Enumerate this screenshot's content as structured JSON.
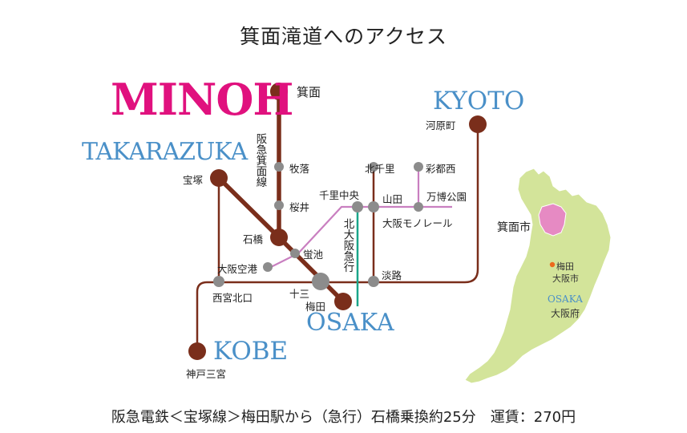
{
  "title": "箕面滝道へのアクセス",
  "footer": "阪急電鉄＜宝塚線＞梅田駅から（急行）石橋乗換約25分　運賃：270円",
  "cities": {
    "minoh": "MINOH",
    "kyoto": "KYOTO",
    "takarazuka": "TAKARAZUKA",
    "osaka": "OSAKA",
    "kobe": "KOBE"
  },
  "stations": {
    "minoo": "箕面",
    "makiochi": "牧落",
    "sakurai": "桜井",
    "ishibashi": "石橋",
    "takarazuka": "宝塚",
    "hotarugaike": "蛍池",
    "osaka_airport": "大阪空港",
    "juso": "十三",
    "umeda": "梅田",
    "nishinomiya_kitaguchi": "西宮北口",
    "kobe_sannomiya": "神戸三宮",
    "kawaramachi": "河原町",
    "awaji": "淡路",
    "senri_chuo": "千里中央",
    "kita_senri": "北千里",
    "yamada": "山田",
    "saito_nishi": "彩都西",
    "banpaku_koen": "万博公園"
  },
  "lines": {
    "minoo_line": "阪急箕面線",
    "kita_osaka_kyuko": "北大阪急行",
    "osaka_monorail": "大阪モノレール"
  },
  "prefecture_map": {
    "minoh_city": "箕面市",
    "umeda": "梅田",
    "osaka_city": "大阪市",
    "osaka_en": "OSAKA",
    "osaka_pref": "大阪府"
  },
  "colors": {
    "hankyu_line": "#7a2e1b",
    "terminal_station": "#7a2e1b",
    "minor_station": "#8c8c8c",
    "monorail": "#c97fc0",
    "kita_osaka_kyuko": "#1aa68a",
    "minoh_text": "#e0117e",
    "city_text": "#4a90c8",
    "prefecture_fill": "#d3e49a",
    "minoh_city_fill": "#e68ac3",
    "umeda_dot": "#ec6a1c"
  }
}
